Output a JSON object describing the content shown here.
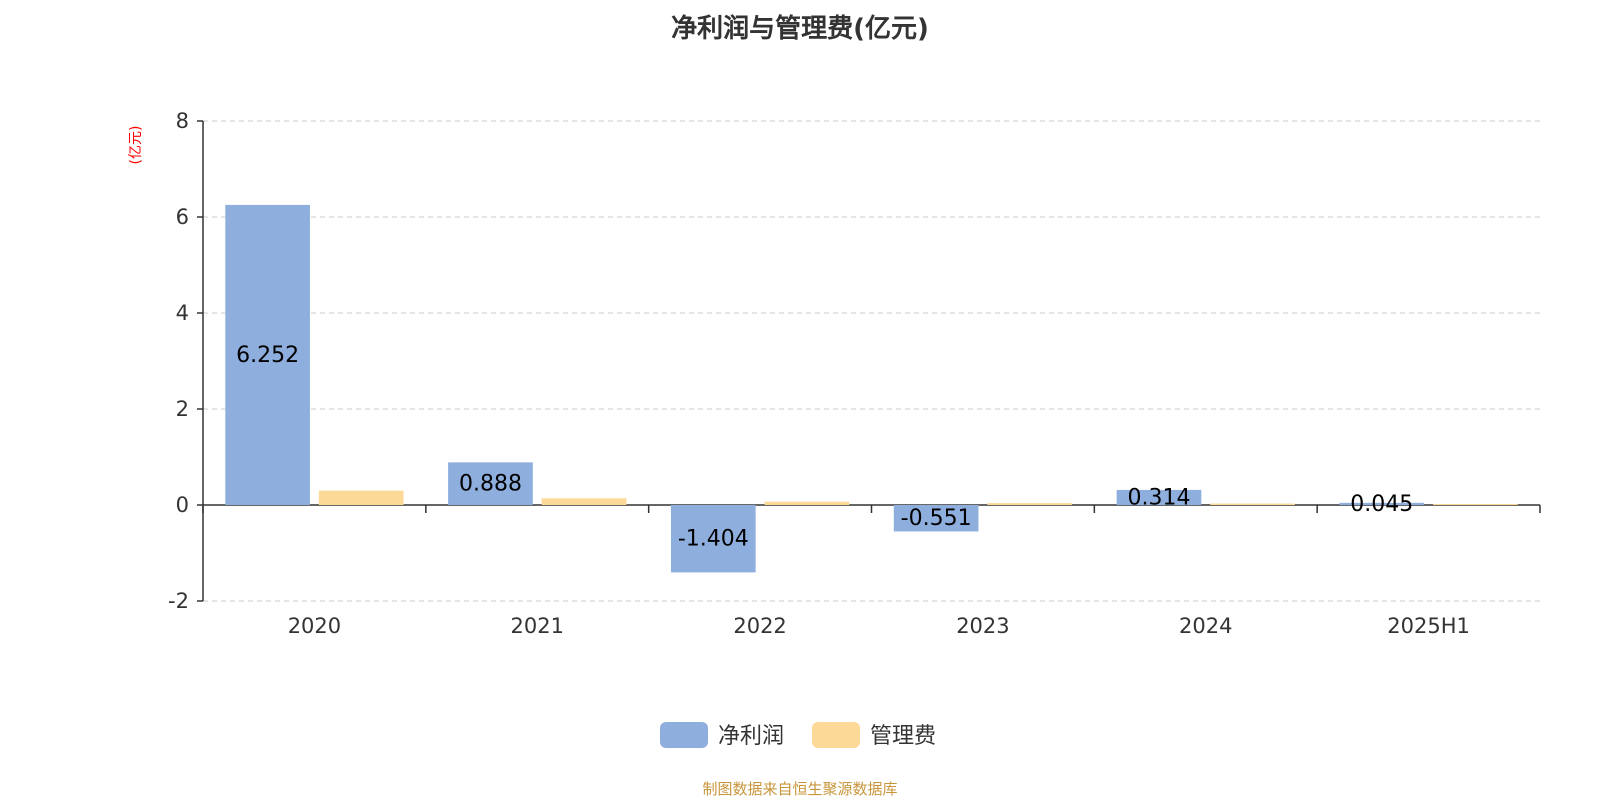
{
  "title": "净利润与管理费(亿元)",
  "source": "制图数据来自恒生聚源数据库",
  "colors": {
    "net_profit": "#8eaedd",
    "mgmt_fee": "#fcd997",
    "axis": "#333333",
    "grid": "#cccccc",
    "unit_label": "#ff0000",
    "tick_text": "#333333",
    "data_label": "#000000"
  },
  "chart_data": {
    "type": "bar",
    "title": "净利润与管理费(亿元)",
    "ylabel": "(亿元)",
    "xlabel": "",
    "ylim": [
      -2,
      8
    ],
    "yticks": [
      -2,
      0,
      2,
      4,
      6,
      8
    ],
    "grid": true,
    "legend_position": "bottom-center",
    "categories": [
      "2020",
      "2021",
      "2022",
      "2023",
      "2024",
      "2025H1"
    ],
    "series": [
      {
        "name": "净利润",
        "values": [
          6.252,
          0.888,
          -1.404,
          -0.551,
          0.314,
          0.045
        ],
        "labels": [
          "6.252",
          "0.888",
          "-1.404",
          "-0.551",
          "0.314",
          "0.045"
        ]
      },
      {
        "name": "管理费",
        "values": [
          0.3,
          0.14,
          0.07,
          0.04,
          0.03,
          0.02
        ]
      }
    ]
  }
}
